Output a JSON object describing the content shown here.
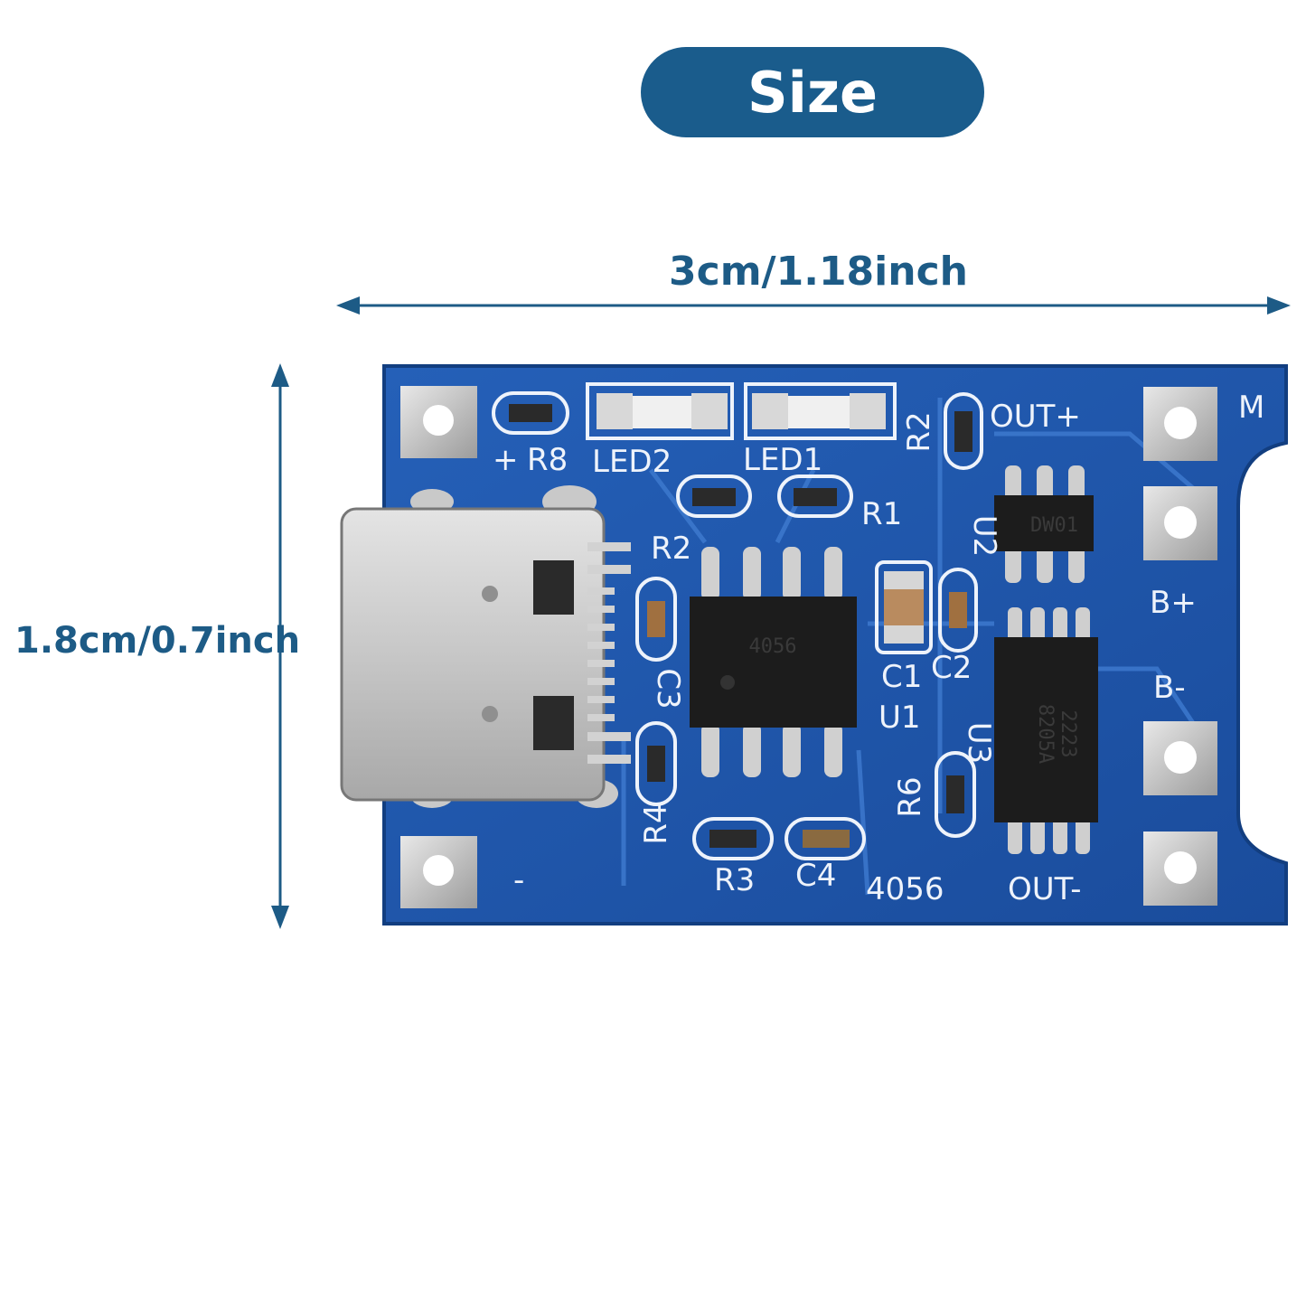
{
  "header": {
    "title": "Size"
  },
  "dimensions": {
    "width": "3cm/1.18inch",
    "height": "1.8cm/0.7inch"
  },
  "board": {
    "labels": {
      "plus": "+",
      "r8": "R8",
      "led2": "LED2",
      "led1": "LED1",
      "r2_top": "R2",
      "out_plus": "OUT+",
      "m": "M",
      "r1": "R1",
      "u2": "U2",
      "r2": "R2",
      "b_plus": "B+",
      "c3": "C3",
      "c1": "C1",
      "c2": "C2",
      "b_minus": "B-",
      "u1": "U1",
      "u3": "U3",
      "r6": "R6",
      "r4": "R4",
      "minus": "-",
      "r3": "R3",
      "c4": "C4",
      "model": "4056",
      "out_minus": "OUT-"
    },
    "chip_markings": {
      "main_chip": "4056",
      "protection_chip": "DW01",
      "mosfet_chip_line1": "8205A",
      "mosfet_chip_line2": "2223"
    }
  },
  "colors": {
    "accent": "#1a5c8c",
    "pcb": "#1f58b0",
    "silkscreen": "#eef3fb"
  }
}
